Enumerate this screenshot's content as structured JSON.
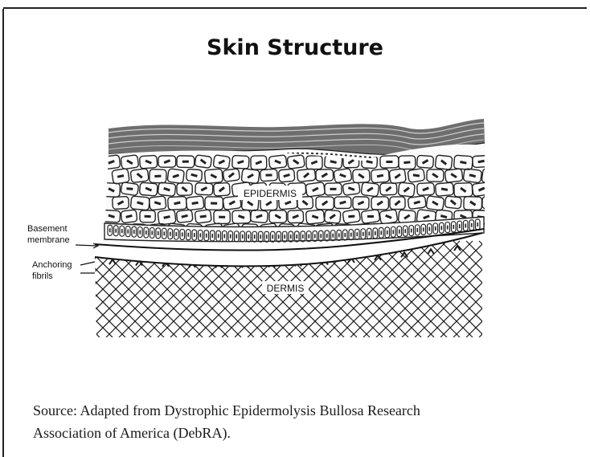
{
  "title": "Skin Structure",
  "labels": {
    "epidermis": "EPIDERMIS",
    "dermis": "DERMIS",
    "basement_line1": "Basement",
    "basement_line2": "membrane",
    "anchoring_line1": "Anchoring",
    "anchoring_line2": "fibrils"
  },
  "source": {
    "line1": "Source: Adapted from Dystrophic Epidermolysis Bullosa Research",
    "line2": "Association of America (DebRA)."
  }
}
